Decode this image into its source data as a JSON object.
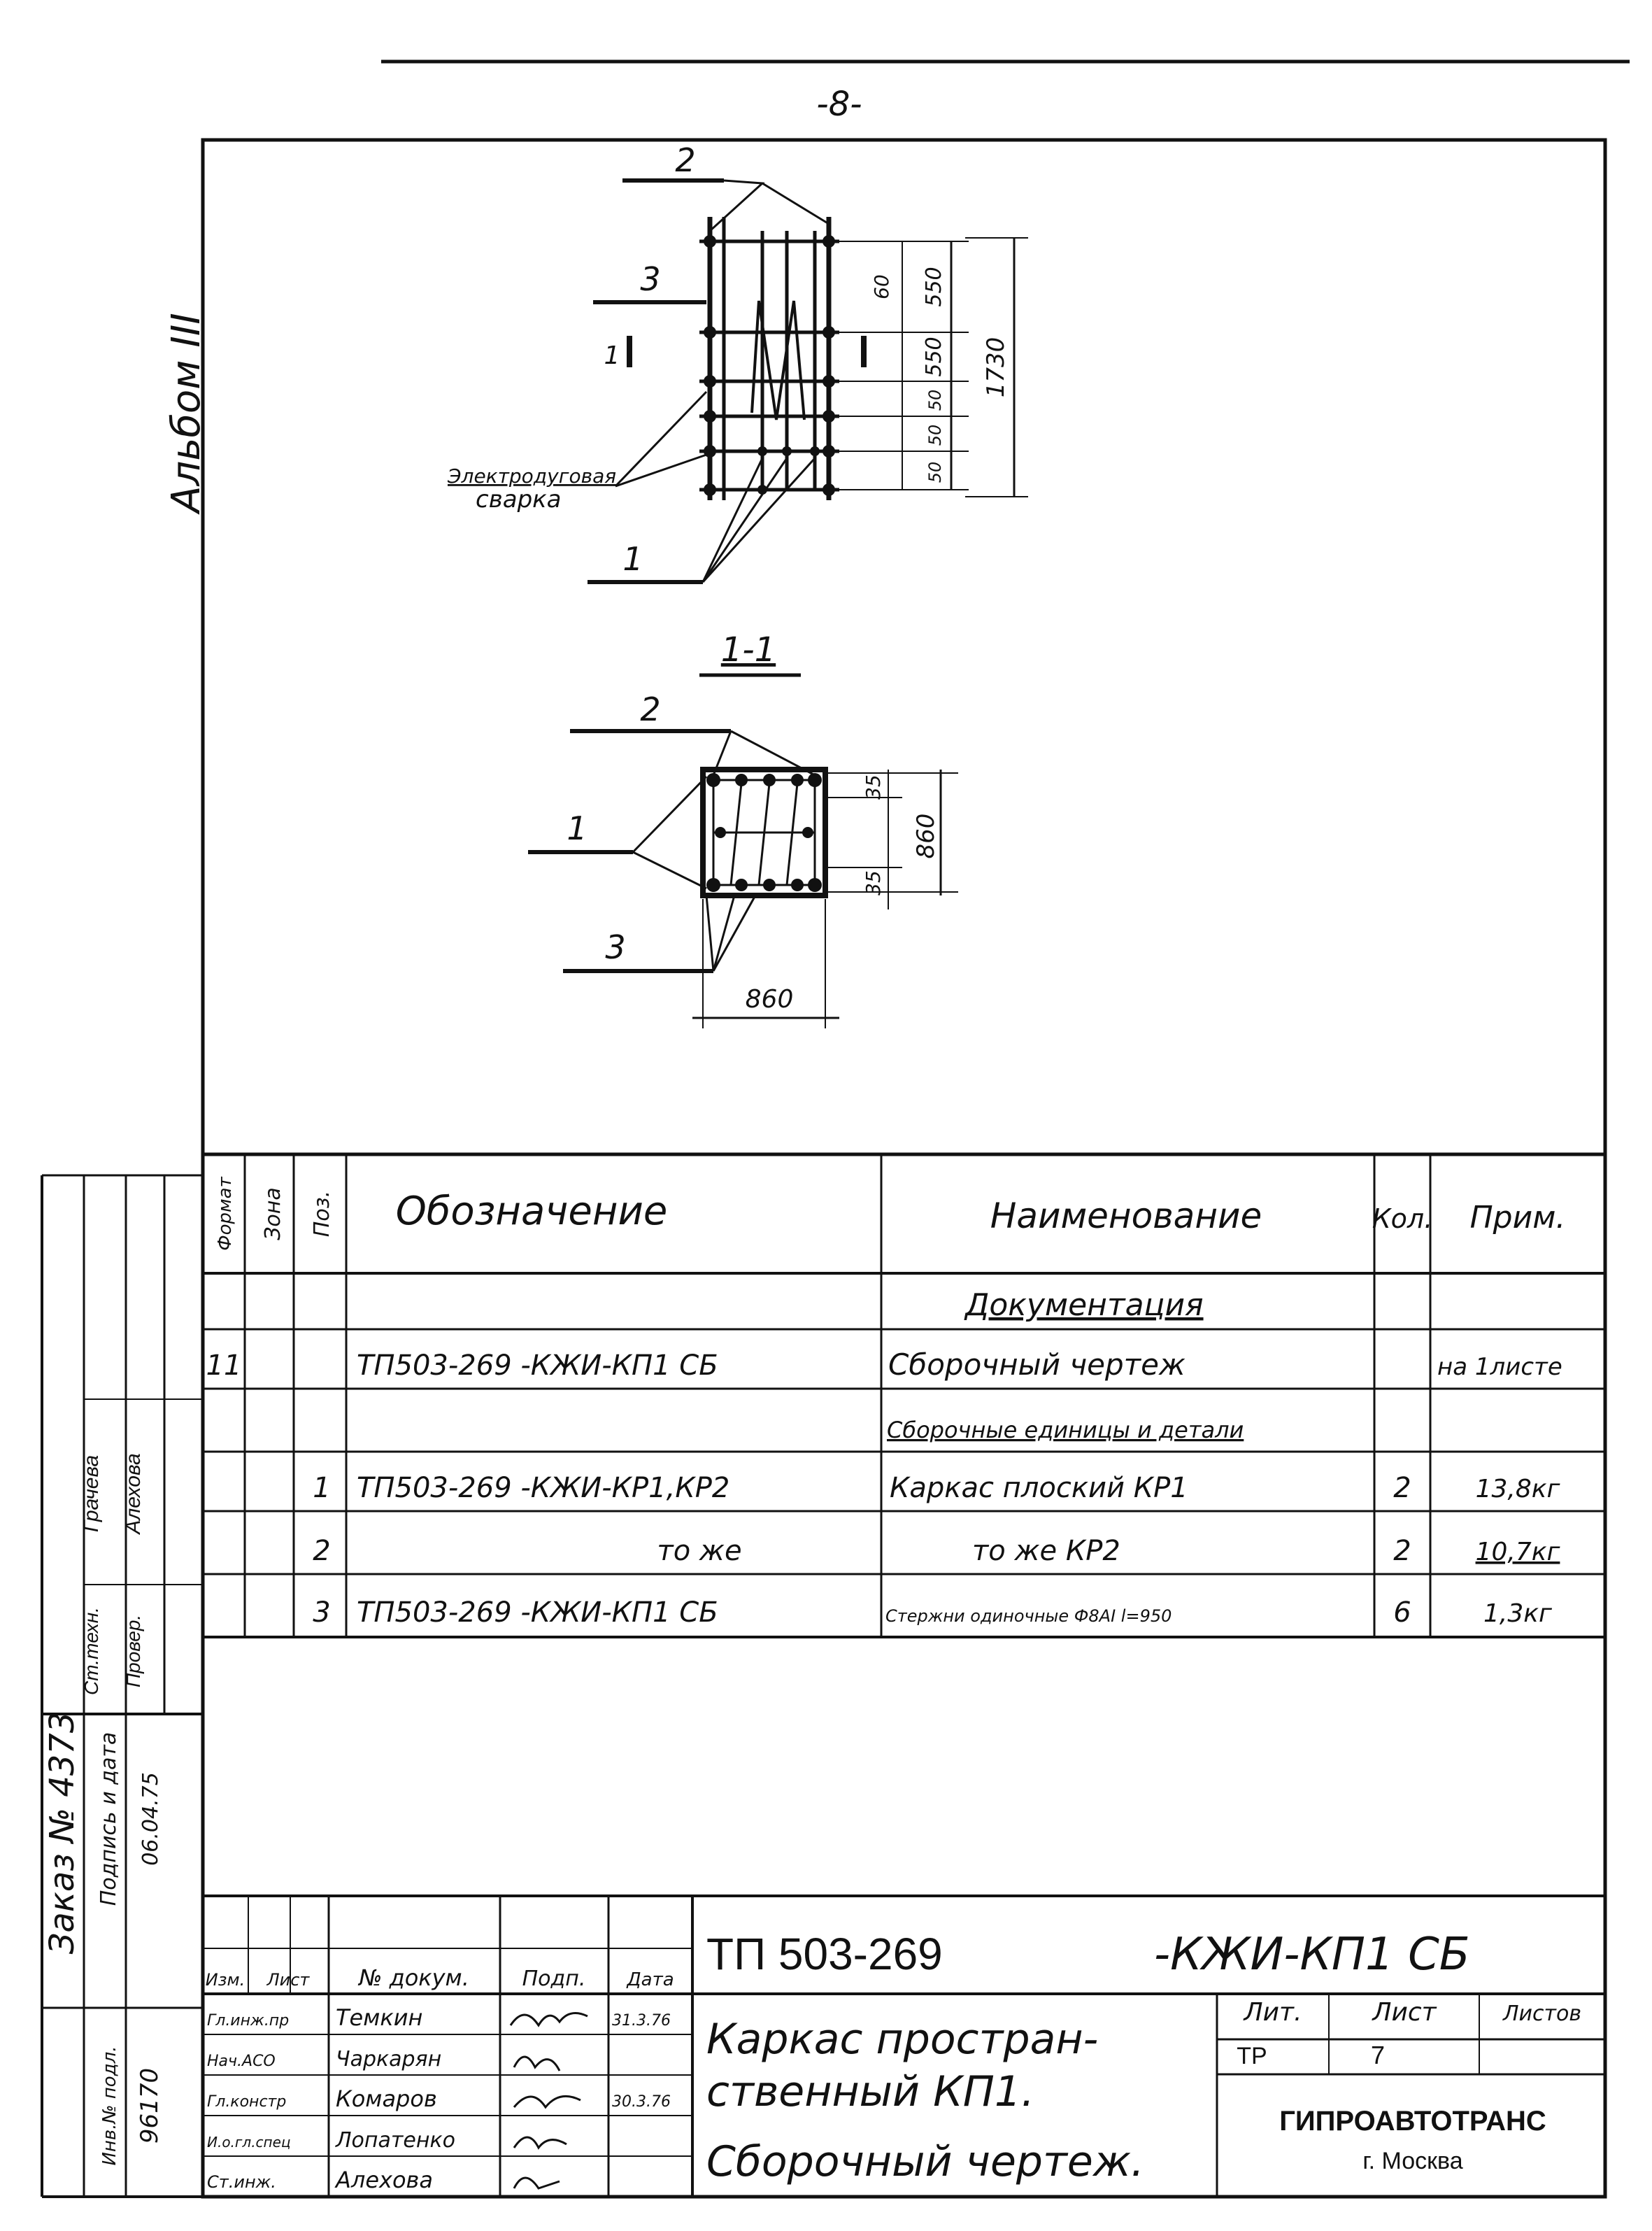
{
  "page_number": "-8-",
  "album_label": "Альбом III",
  "drawing": {
    "elevation": {
      "leaders": [
        "2",
        "3",
        "1"
      ],
      "section_mark": "1",
      "weld_note_line1": "Электродуговая",
      "weld_note_line2": "сварка",
      "dims": {
        "d550a": "550",
        "d550b": "550",
        "d60": "60",
        "d50a": "50",
        "d50b": "50",
        "d50c": "50",
        "total": "1730"
      }
    },
    "section": {
      "title": "1-1",
      "leaders": [
        "2",
        "1",
        "3"
      ],
      "dims": {
        "d35a": "35",
        "d35b": "35",
        "height": "860",
        "width": "860"
      }
    }
  },
  "spec_table": {
    "headers": {
      "format": "Формат",
      "zone": "Зона",
      "pos": "Поз.",
      "designation": "Обозначение",
      "name": "Наименование",
      "qty": "Кол.",
      "note": "Прим."
    },
    "rows": [
      {
        "format": "",
        "pos": "",
        "designation": "",
        "name": "Документация",
        "qty": "",
        "note": ""
      },
      {
        "format": "11",
        "pos": "",
        "designation": "ТП503-269   -КЖИ-КП1 СБ",
        "name": "Сборочный чертеж",
        "qty": "",
        "note": "на 1листе"
      },
      {
        "format": "",
        "pos": "",
        "designation": "",
        "name": "Сборочные единицы и детали",
        "qty": "",
        "note": ""
      },
      {
        "format": "",
        "pos": "1",
        "designation": "ТП503-269   -КЖИ-КР1,КР2",
        "name": "Каркас плоский КР1",
        "qty": "2",
        "note": "13,8кг"
      },
      {
        "format": "",
        "pos": "2",
        "designation": "то же",
        "name": "то же        КР2",
        "qty": "2",
        "note": "10,7кг"
      },
      {
        "format": "",
        "pos": "3",
        "designation": "ТП503-269   -КЖИ-КП1 СБ",
        "name": "Стержни одиночные Ф8АI l=950",
        "qty": "6",
        "note": "1,3кг"
      }
    ]
  },
  "side_stamp": {
    "order": "Заказ № 4373",
    "sign_date_label": "Подпись и дата",
    "sign_date_value": "06.04.75",
    "inv_label": "Инв.№ подл.",
    "inv_value": "96170",
    "checks": [
      {
        "role": "Ст.техн.",
        "name": "Грачева"
      },
      {
        "role": "Провер.",
        "name": "Алехова"
      }
    ]
  },
  "title_block": {
    "code": "ТП 503-269",
    "code_suffix": "-КЖИ-КП1 СБ",
    "col_headers": [
      "Изм.",
      "Лист",
      "№ докум.",
      "Подп.",
      "Дата"
    ],
    "people": [
      {
        "role": "Гл.инж.пр",
        "name": "Темкин",
        "date": "31.3.76"
      },
      {
        "role": "Нач.АСО",
        "name": "Чаркарян",
        "date": ""
      },
      {
        "role": "Гл.констр",
        "name": "Комаров",
        "date": "30.3.76"
      },
      {
        "role": "И.о.гл.спец",
        "name": "Лопатенко",
        "date": ""
      },
      {
        "role": "Ст.инж.",
        "name": "Алехова",
        "date": ""
      }
    ],
    "name_line1": "Каркас простран-",
    "name_line2": "ственный КП1.",
    "name_line3": "Сборочный чертеж.",
    "lit_header": "Лит.",
    "lit_value": "ТР",
    "sheet_header": "Лист",
    "sheet_value": "7",
    "sheets_header": "Листов",
    "org_name": "ГИПРОАВТОТРАНС",
    "org_city": "г. Москва"
  }
}
